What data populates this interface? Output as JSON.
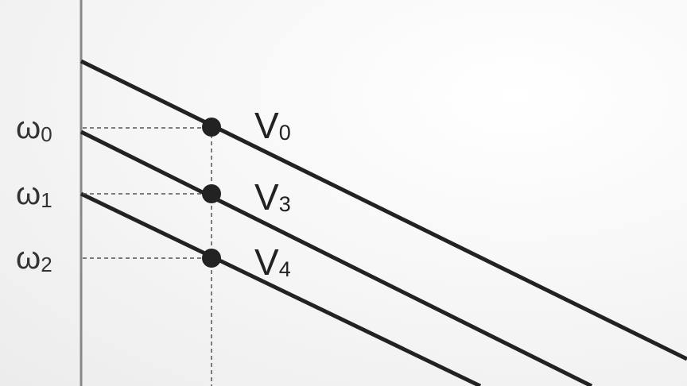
{
  "colors": {
    "axis": "#888888",
    "line": "#222222",
    "guide": "#555555",
    "point": "#222222",
    "text": "#333333"
  },
  "y_labels": [
    {
      "symbol": "ω",
      "subscript": "0"
    },
    {
      "symbol": "ω",
      "subscript": "1"
    },
    {
      "symbol": "ω",
      "subscript": "2"
    }
  ],
  "curves": [
    {
      "symbol": "V",
      "subscript": "0"
    },
    {
      "symbol": "V",
      "subscript": "3"
    },
    {
      "symbol": "V",
      "subscript": "4"
    }
  ]
}
